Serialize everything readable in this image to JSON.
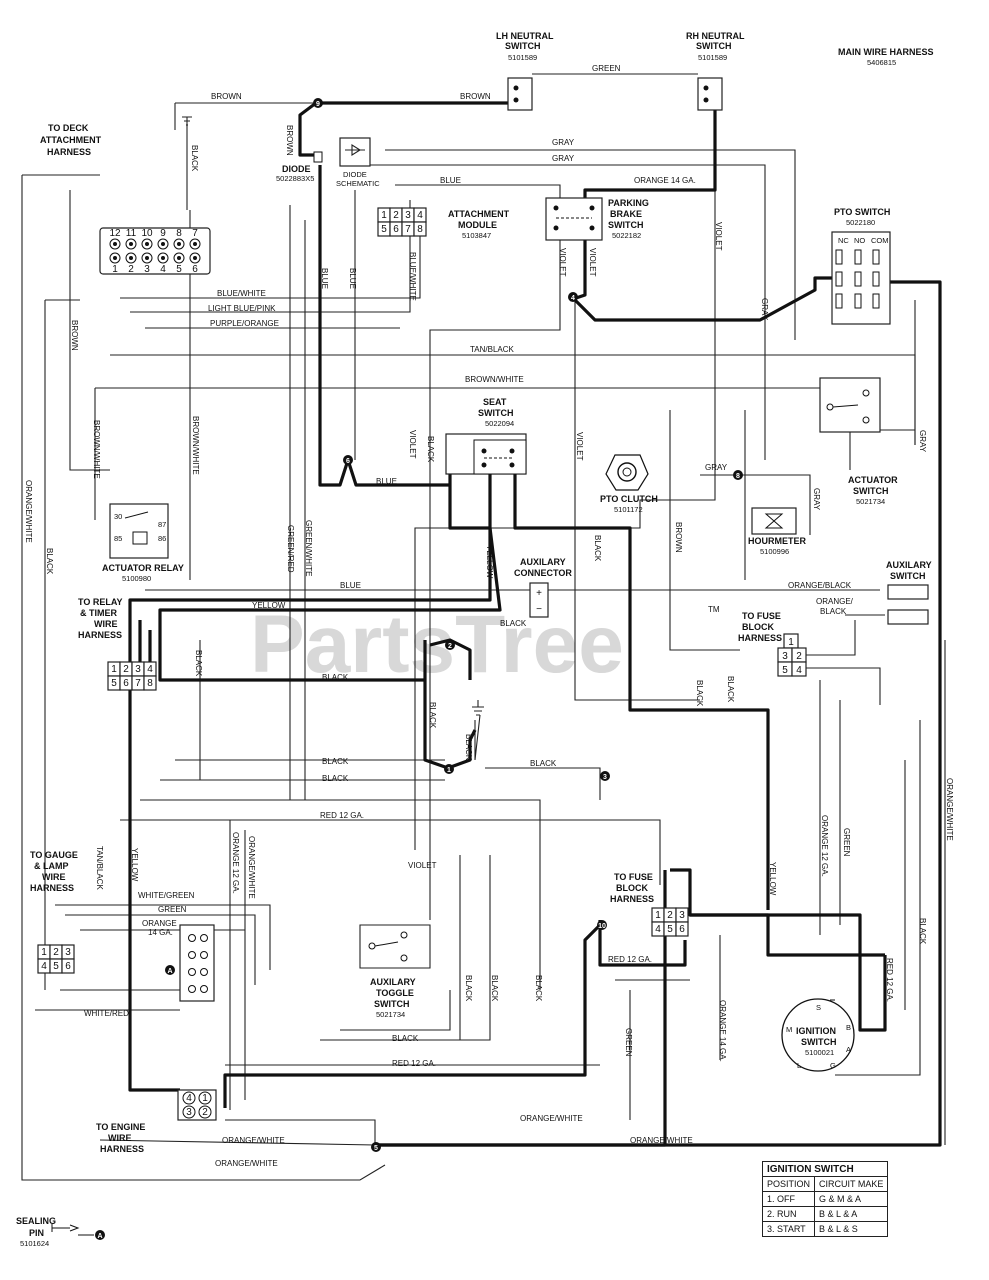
{
  "header": {
    "title": "MAIN WIRE HARNESS",
    "part_number": "5406815"
  },
  "watermark": "PartsTree",
  "trademark": "TM",
  "components": {
    "lh_neutral": {
      "name1": "LH NEUTRAL",
      "name2": "SWITCH",
      "pn": "5101589"
    },
    "rh_neutral": {
      "name1": "RH NEUTRAL",
      "name2": "SWITCH",
      "pn": "5101589"
    },
    "deck": {
      "l1": "TO DECK",
      "l2": "ATTACHMENT",
      "l3": "HARNESS"
    },
    "diode": {
      "name": "DIODE",
      "pn": "5022883X5",
      "sch1": "DIODE",
      "sch2": "SCHEMATIC"
    },
    "attachment": {
      "l1": "ATTACHMENT",
      "l2": "MODULE",
      "pn": "5103847"
    },
    "parking": {
      "l1": "PARKING",
      "l2": "BRAKE",
      "l3": "SWITCH",
      "pn": "5022182"
    },
    "pto_switch": {
      "name": "PTO SWITCH",
      "pn": "5022180",
      "nc": "NC",
      "no": "NO",
      "com": "COM"
    },
    "seat": {
      "l1": "SEAT",
      "l2": "SWITCH",
      "pn": "5022094"
    },
    "pto_clutch": {
      "name": "PTO CLUTCH",
      "pn": "5101172"
    },
    "actuator_switch": {
      "l1": "ACTUATOR",
      "l2": "SWITCH",
      "pn": "5021734"
    },
    "hourmeter": {
      "name": "HOURMETER",
      "pn": "5100996"
    },
    "actuator_relay": {
      "name": "ACTUATOR RELAY",
      "pn": "5100980",
      "p30": "30",
      "p87": "87",
      "p85": "85",
      "p86": "86"
    },
    "aux_connector": {
      "l1": "AUXILARY",
      "l2": "CONNECTOR",
      "plus": "+",
      "minus": "−"
    },
    "aux_switch": {
      "l1": "AUXILARY",
      "l2": "SWITCH"
    },
    "relay_timer": {
      "l1": "TO RELAY",
      "l2": "& TIMER",
      "l3": "WIRE",
      "l4": "HARNESS"
    },
    "fuse_block_1": {
      "l1": "TO FUSE",
      "l2": "BLOCK",
      "l3": "HARNESS"
    },
    "fuse_block_2": {
      "l1": "TO FUSE",
      "l2": "BLOCK",
      "l3": "HARNESS"
    },
    "gauge": {
      "l1": "TO GAUGE",
      "l2": "& LAMP",
      "l3": "WIRE",
      "l4": "HARNESS"
    },
    "aux_toggle": {
      "l1": "AUXILARY",
      "l2": "TOGGLE",
      "l3": "SWITCH",
      "pn": "5021734"
    },
    "ignition": {
      "l1": "IGNITION",
      "l2": "SWITCH",
      "pn": "5100021",
      "S": "S",
      "M": "M",
      "B": "B",
      "A": "A",
      "L": "L",
      "G": "G"
    },
    "engine": {
      "l1": "TO ENGINE",
      "l2": "WIRE",
      "l3": "HARNESS"
    },
    "sealing_pin": {
      "l1": "SEALING",
      "l2": "PIN",
      "pn": "5101624",
      "marker": "A"
    }
  },
  "connector_pins": {
    "four_by_two": [
      "1",
      "2",
      "3",
      "4",
      "5",
      "6",
      "7",
      "8"
    ],
    "three_by_two": [
      "1",
      "2",
      "3",
      "4",
      "5",
      "6"
    ],
    "fuse_small": [
      "1",
      "3",
      "2",
      "5",
      "4"
    ],
    "deck_top": [
      "12",
      "11",
      "10",
      "9",
      "8",
      "7"
    ],
    "deck_bottom": [
      "1",
      "2",
      "3",
      "4",
      "5",
      "6"
    ],
    "engine": [
      "4",
      "1",
      "3",
      "2"
    ]
  },
  "splices": [
    "9",
    "4",
    "6",
    "2",
    "1",
    "3",
    "8",
    "10",
    "5"
  ],
  "wire_labels": {
    "brown": "BROWN",
    "green": "GREEN",
    "gray": "GRAY",
    "black": "BLACK",
    "blue": "BLUE",
    "orange14": "ORANGE 14 GA.",
    "violet": "VIOLET",
    "blue_white": "BLUE/WHITE",
    "light_blue_pink": "LIGHT BLUE/PINK",
    "purple_orange": "PURPLE/ORANGE",
    "tan_black": "TAN/BLACK",
    "brown_white": "BROWN/WHITE",
    "orange_white": "ORANGE/WHITE",
    "green_red": "GREEN/RED",
    "green_white": "GREEN/WHITE",
    "yellow": "YELLOW",
    "orange_black": "ORANGE/BLACK",
    "orange_black_split1": "ORANGE/",
    "orange_black_split2": "BLACK",
    "red12": "RED 12 GA.",
    "orange12": "ORANGE 12 GA.",
    "orange_14_ga": "ORANGE 14 GA.",
    "white_green": "WHITE/GREEN",
    "orange_a": "ORANGE",
    "ga14": "14 GA.",
    "white_red": "WHITE/RED"
  },
  "ignition_table": {
    "title": "IGNITION SWITCH",
    "headers": [
      "POSITION",
      "CIRCUIT MAKE"
    ],
    "rows": [
      [
        "1. OFF",
        "G & M & A"
      ],
      [
        "2. RUN",
        "B & L & A"
      ],
      [
        "3. START",
        "B & L & S"
      ]
    ]
  }
}
